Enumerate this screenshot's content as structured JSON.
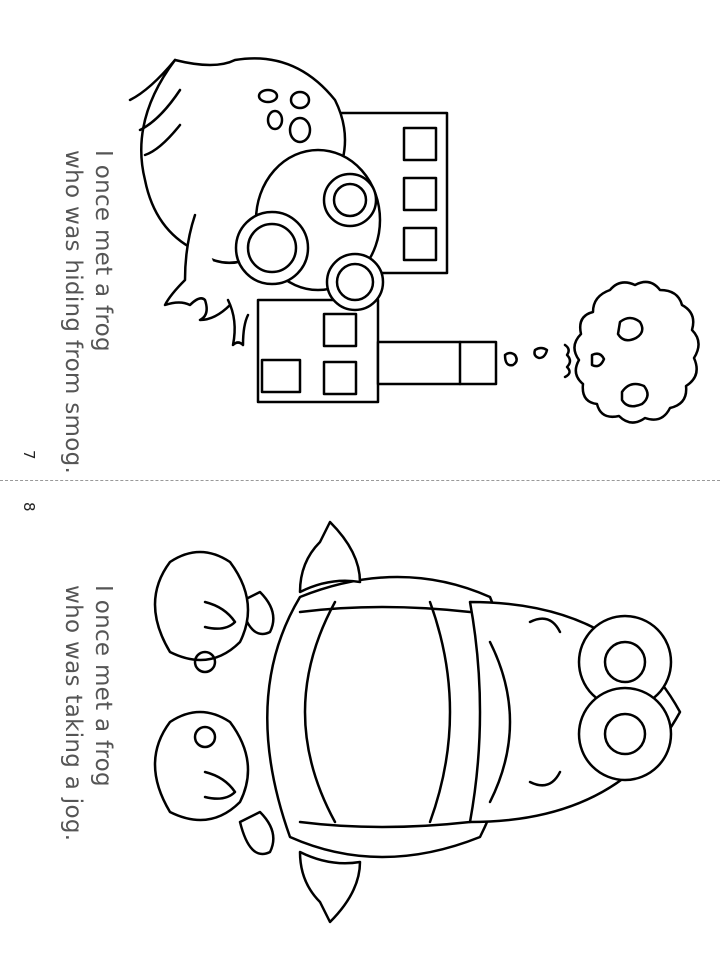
{
  "pages": [
    {
      "number": "7",
      "line1": "I once met a frog",
      "line2": "who was hiding from smog."
    },
    {
      "number": "8",
      "line1": "I once met a frog",
      "line2": "who was taking a jog."
    }
  ],
  "colors": {
    "ink": "#000000",
    "text": "#555555",
    "paper": "#ffffff"
  }
}
